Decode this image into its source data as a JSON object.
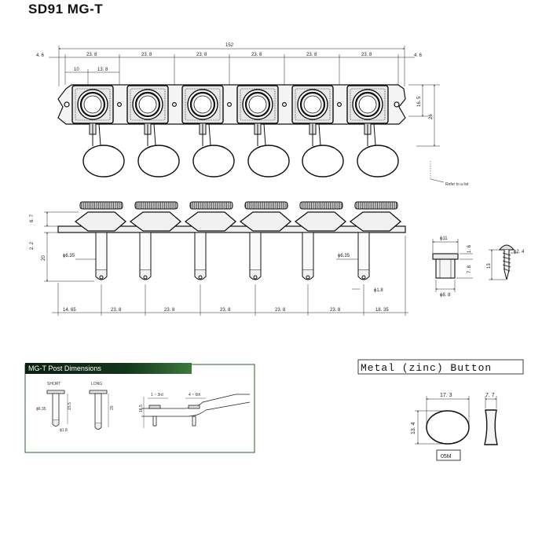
{
  "title": "SD91 MG-T",
  "top_view": {
    "overall_width": "152",
    "edge_left": "4. 6",
    "edge_right": "4. 6",
    "spacing": [
      "23. 8",
      "23. 8",
      "23. 8",
      "23. 8",
      "23. 8",
      "23. 8"
    ],
    "sub_left": "10",
    "sub_right": "13. 8",
    "height_a": "16. 5",
    "height_b": "26",
    "note": "Refer to a list"
  },
  "side_view": {
    "h1": "6. 7",
    "h2": "2. 2",
    "h3": "20",
    "post_left": "ϕ6.35",
    "post_right": "ϕ6.35",
    "hole": "ϕ1.8",
    "bottom_left": "14. 65",
    "bottom_spacing": [
      "23. 8",
      "23. 8",
      "23. 8",
      "23. 8",
      "23. 8"
    ],
    "bottom_right": "18. 35"
  },
  "bushing": {
    "top": "ϕ11",
    "h1": "1. 6",
    "h2": "7. 8",
    "bottom": "ϕ8. 8"
  },
  "screw": {
    "dia": "ϕ2. 4",
    "len": "13"
  },
  "mg_panel": {
    "header": "MG-T  Post Dimensions",
    "short_label": "SHORT",
    "long_label": "LONG",
    "s_dia": "ϕ6.35",
    "s_h": "15.5",
    "s_hole": "ϕ1.8",
    "l_h": "20",
    "pos1": "1 ~ 3rd",
    "pos2": "4 ~ 6th",
    "side_h": "18.5"
  },
  "metal_button": {
    "title": "Metal (zinc) Button",
    "width": "17. 3",
    "height": "13. 4",
    "thickness": "7. 7",
    "code": "05M"
  },
  "colors": {
    "ink": "#111111",
    "panel_header": "#0d2a14",
    "panel_accent": "#3c7a3c"
  }
}
